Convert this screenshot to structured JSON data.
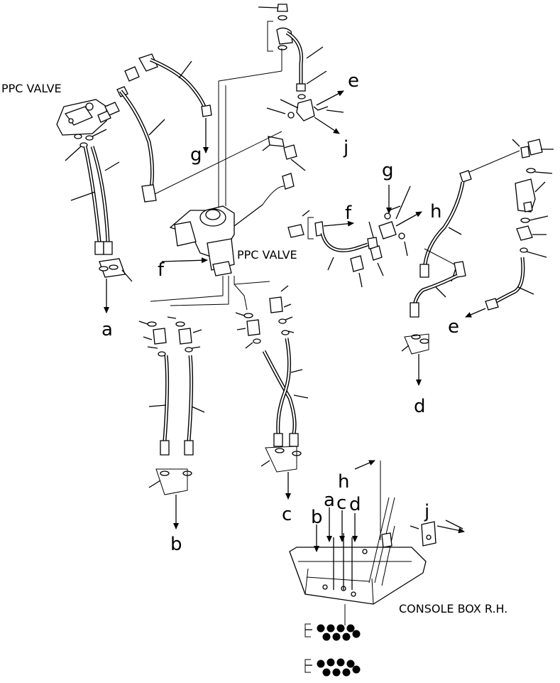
{
  "labels": {
    "ppc_valve_left": "PPC VALVE",
    "ppc_valve_center": "PPC VALVE",
    "console_box": "CONSOLE BOX R.H.",
    "a1": "a",
    "b1": "b",
    "c1": "c",
    "d1": "d",
    "e1": "e",
    "e2": "e",
    "f1": "f",
    "f2": "f",
    "g1": "g",
    "g2": "g",
    "h1": "h",
    "h2": "h",
    "j1": "j",
    "j2": "j",
    "a2": "a",
    "b2": "b",
    "c2": "c",
    "d2": "d"
  }
}
